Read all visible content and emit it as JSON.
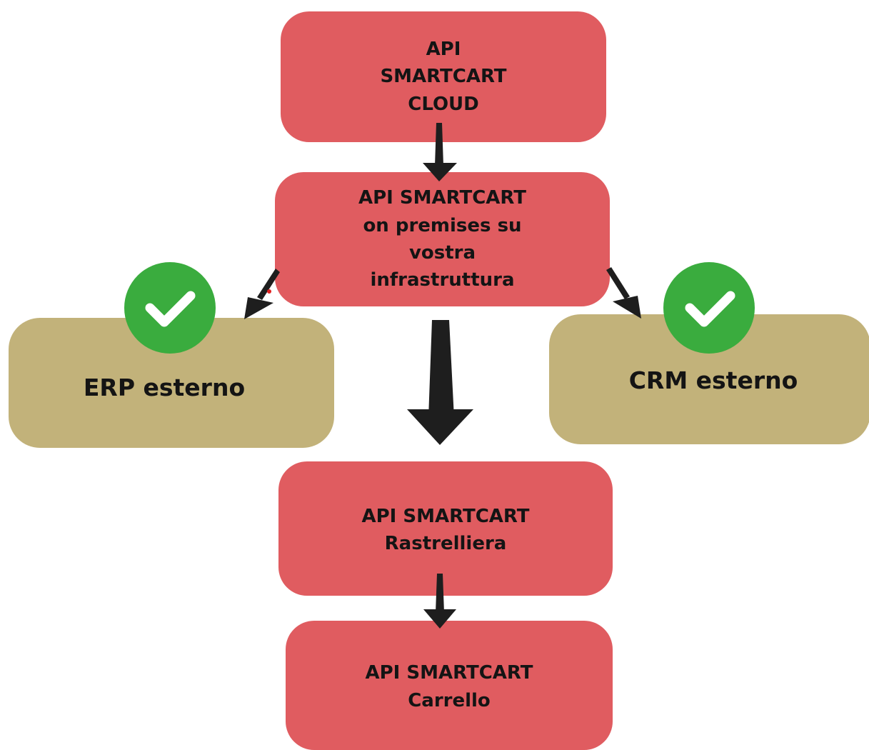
{
  "nodes": {
    "cloud": {
      "lines": [
        "API",
        "SMARTCART",
        "CLOUD"
      ]
    },
    "premises": {
      "lines": [
        "API SMARTCART",
        "on premises su",
        "vostra",
        "infrastruttura"
      ]
    },
    "erp": {
      "label": "ERP esterno",
      "badge_icon": "check-icon"
    },
    "crm": {
      "label": "CRM esterno",
      "badge_icon": "check-icon"
    },
    "rastrelliera": {
      "lines": [
        "API SMARTCART",
        "Rastrelliera"
      ]
    },
    "carrello": {
      "lines": [
        "API SMARTCART",
        "Carrello"
      ]
    }
  },
  "colors": {
    "red_node": "#e05c60",
    "tan_node": "#c2b27a",
    "check_badge": "#3aac3e",
    "arrow": "#1e1e1e"
  }
}
